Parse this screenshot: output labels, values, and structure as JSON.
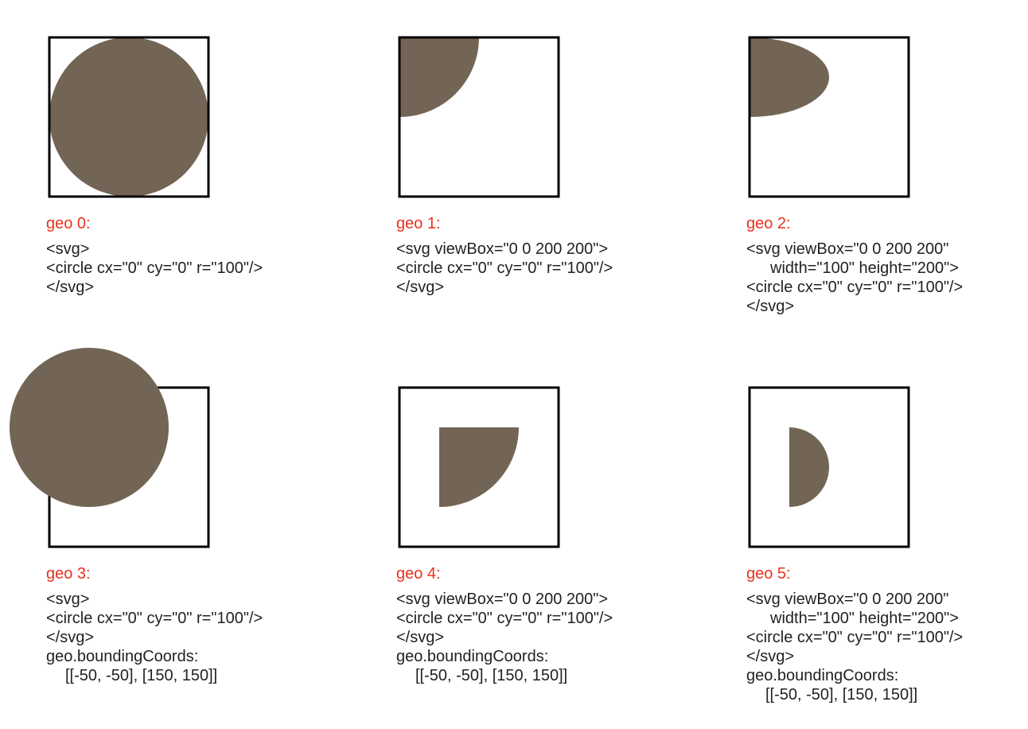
{
  "colors": {
    "shape_fill": "#736555",
    "frame_stroke": "#000000",
    "caption_color": "#e8321e",
    "code_color": "#222222"
  },
  "panels": [
    {
      "caption": "geo 0:",
      "code_lines": [
        "<svg>",
        "<circle cx=\"0\" cy=\"0\" r=\"100\"/>",
        "</svg>"
      ]
    },
    {
      "caption": "geo 1:",
      "code_lines": [
        "<svg viewBox=\"0 0 200 200\">",
        "<circle cx=\"0\" cy=\"0\" r=\"100\"/>",
        "</svg>"
      ]
    },
    {
      "caption": "geo 2:",
      "code_lines": [
        "<svg viewBox=\"0 0 200 200\"",
        "width=\"100\" height=\"200\">",
        "<circle cx=\"0\" cy=\"0\" r=\"100\"/>",
        "</svg>"
      ]
    },
    {
      "caption": "geo 3:",
      "code_lines": [
        "<svg>",
        "<circle cx=\"0\" cy=\"0\" r=\"100\"/>",
        "</svg>",
        "geo.boundingCoords:",
        "[[-50, -50], [150, 150]]"
      ]
    },
    {
      "caption": "geo 4:",
      "code_lines": [
        "<svg viewBox=\"0 0 200 200\">",
        "<circle cx=\"0\" cy=\"0\" r=\"100\"/>",
        "</svg>",
        "geo.boundingCoords:",
        "[[-50, -50], [150, 150]]"
      ]
    },
    {
      "caption": "geo 5:",
      "code_lines": [
        "<svg viewBox=\"0 0 200 200\"",
        "width=\"100\" height=\"200\">",
        "<circle cx=\"0\" cy=\"0\" r=\"100\"/>",
        "</svg>",
        "geo.boundingCoords:",
        "[[-50, -50], [150, 150]]"
      ]
    }
  ]
}
